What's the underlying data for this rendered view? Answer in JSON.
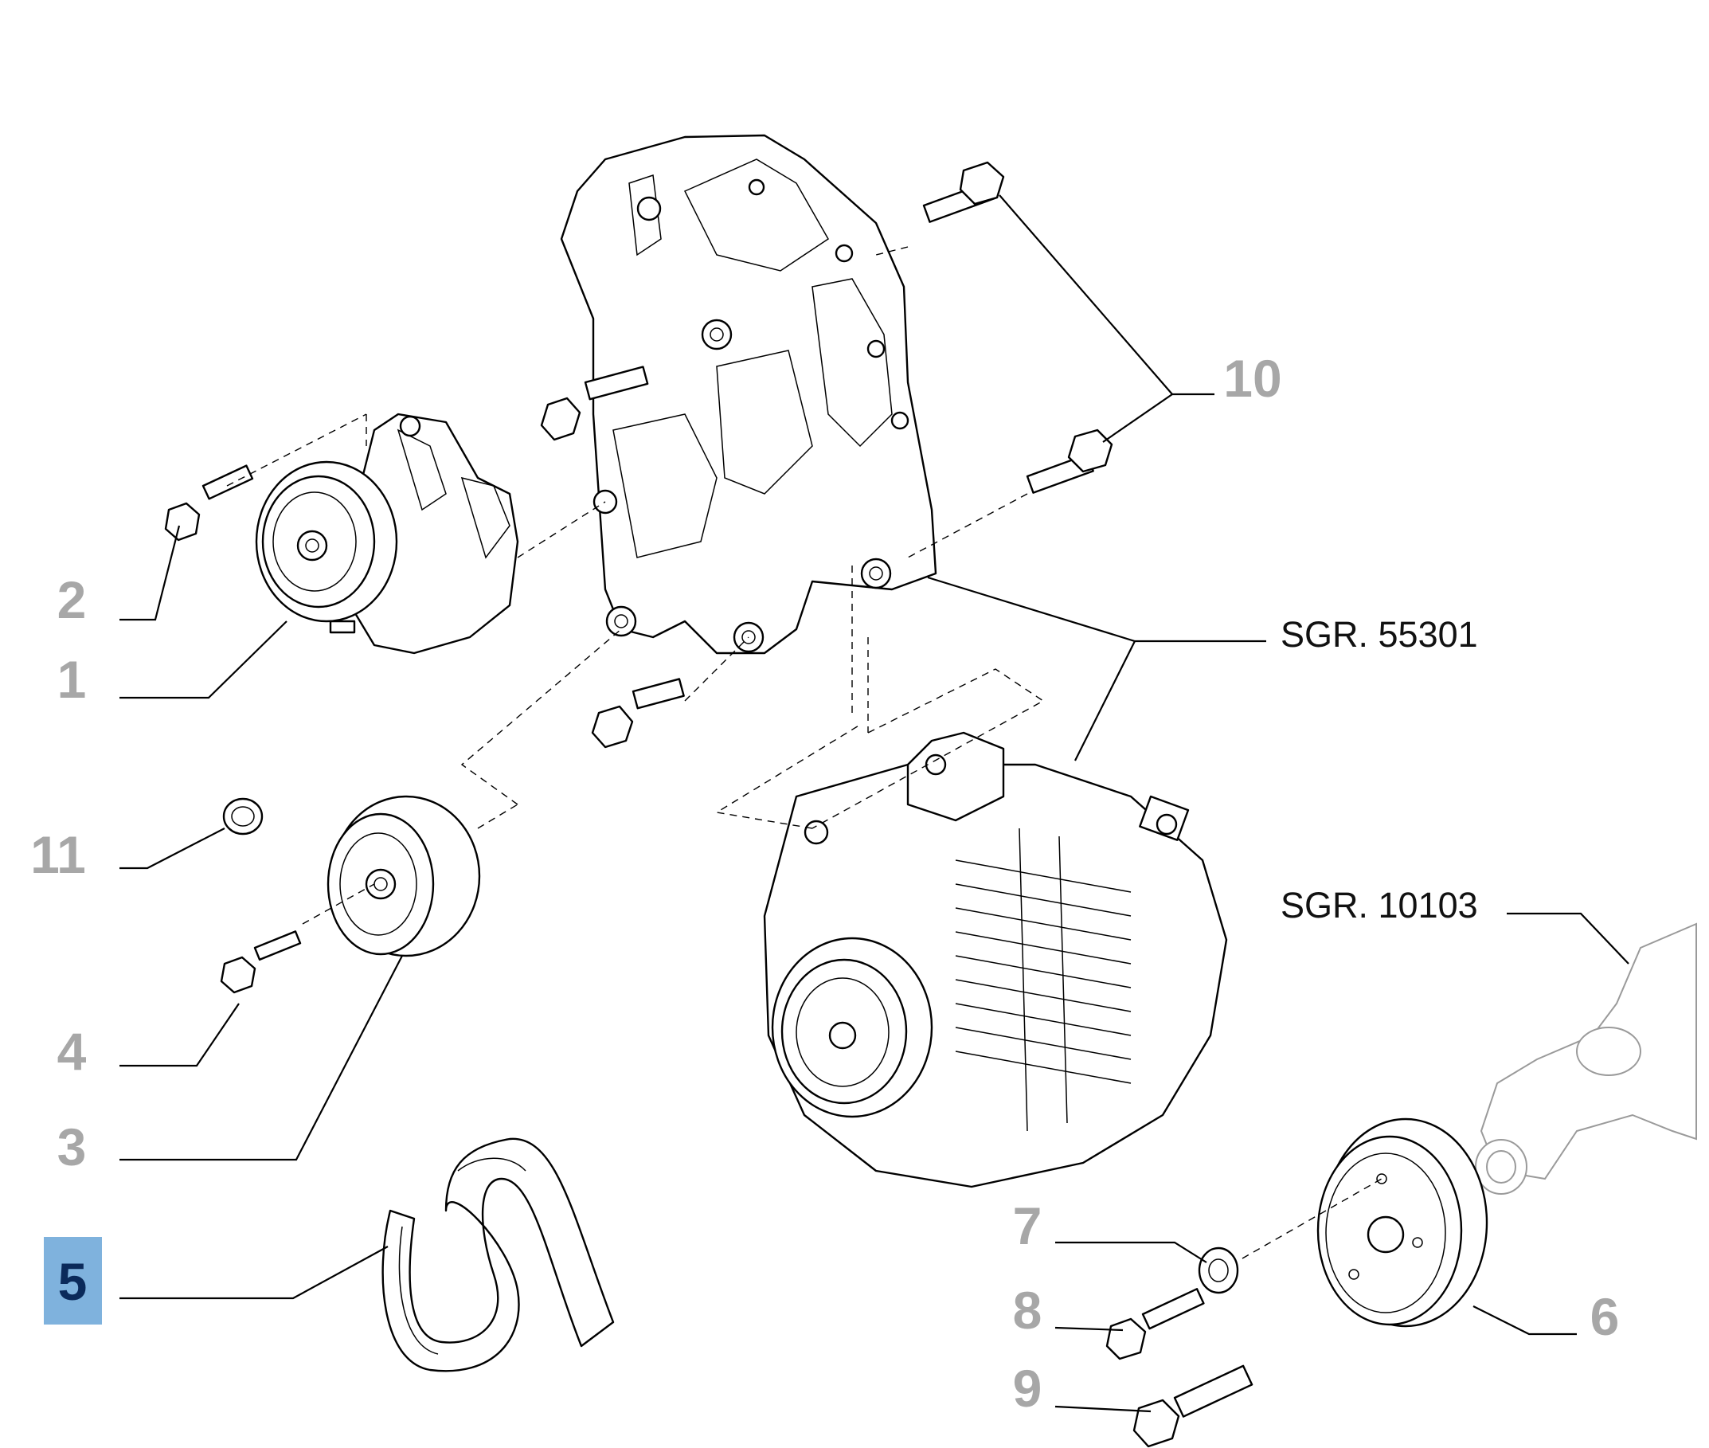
{
  "callouts": [
    {
      "id": "1",
      "label": "1"
    },
    {
      "id": "2",
      "label": "2"
    },
    {
      "id": "3",
      "label": "3"
    },
    {
      "id": "4",
      "label": "4"
    },
    {
      "id": "5",
      "label": "5",
      "highlighted": true
    },
    {
      "id": "6",
      "label": "6"
    },
    {
      "id": "7",
      "label": "7"
    },
    {
      "id": "8",
      "label": "8"
    },
    {
      "id": "9",
      "label": "9"
    },
    {
      "id": "10",
      "label": "10"
    },
    {
      "id": "11",
      "label": "11"
    }
  ],
  "references": [
    {
      "id": "alternator",
      "label": "SGR. 55301"
    },
    {
      "id": "crankshaft",
      "label": "SGR. 10103"
    }
  ],
  "colors": {
    "callout_text": "#a7a7a7",
    "highlight_fill": "#7fb2dd",
    "highlight_text": "#0b2a5a",
    "line": "#000000"
  }
}
